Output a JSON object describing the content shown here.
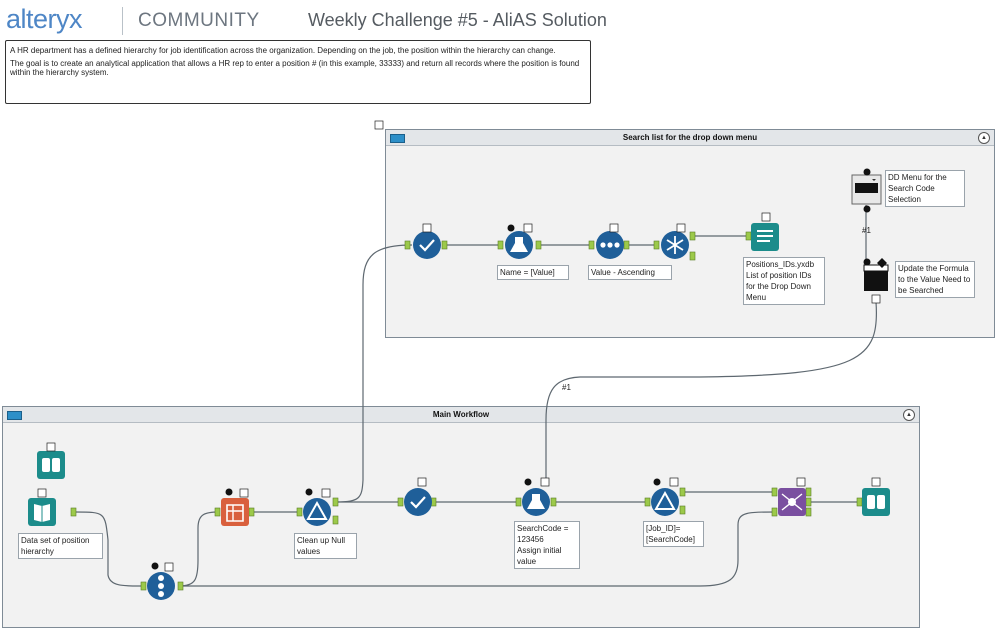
{
  "header": {
    "logo": "alteryx",
    "community": "COMMUNITY",
    "title": "Weekly Challenge #5 - AliAS Solution"
  },
  "description": {
    "line1": "A HR department has a defined hierarchy for job identification across the organization. Depending on the job, the position within the hierarchy can change.",
    "line2": "The goal is to create an analytical application that allows a HR rep to enter a position # (in this example, 33333) and return all records where the position is found within the hierarchy system."
  },
  "containers": {
    "search": {
      "title": "Search list for the drop down menu"
    },
    "main": {
      "title": "Main Workflow"
    }
  },
  "labels": {
    "formula_name": "Name = [Value]",
    "sort": "Value - Ascending",
    "yxdb": "Positions_IDs.yxdb\nList of position IDs for the Drop Down Menu",
    "dd_menu": "DD Menu for the Search Code Selection",
    "update": "Update the Formula to the Value Need to be Searched",
    "dataset": "Data set of position hierarchy",
    "cleanup": "Clean up Null values",
    "searchcode": "SearchCode = 123456\nAssign initial value",
    "filter": "[Job_ID]=\n[SearchCode]"
  },
  "connections": {
    "hash_top": "#1",
    "hash_mid": "#1"
  },
  "colors": {
    "tool_blue": "#1f5f99",
    "tool_teal": "#1c8c8b",
    "tool_purple": "#7a4fa0",
    "tool_orange": "#d9603d",
    "anchor_green": "#9cc94a",
    "wire": "#5e6870",
    "brand": "#4e86c6"
  }
}
